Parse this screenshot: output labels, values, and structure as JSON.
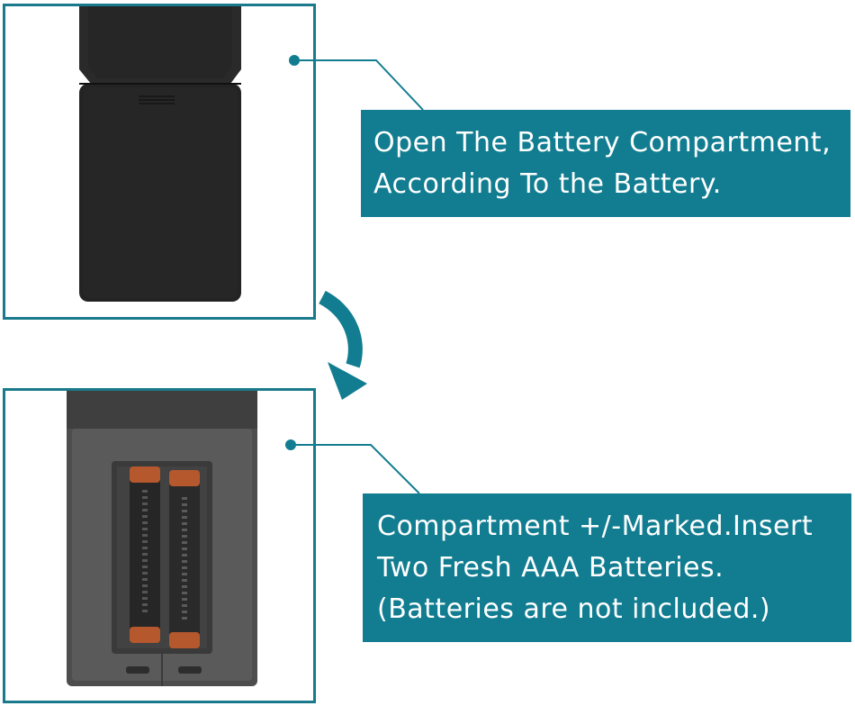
{
  "steps": [
    {
      "lines": [
        "Open The Battery Compartment,",
        "According To the Battery."
      ]
    },
    {
      "lines": [
        "Compartment +/-Marked.Insert",
        "Two Fresh AAA Batteries.",
        "(Batteries are not included.)"
      ]
    }
  ],
  "colors": {
    "accent": "#127d91",
    "frame": "#1a7a8c",
    "remote_body": "#222222",
    "compartment": "#5b5b5b",
    "battery_terminal": "#b5582e"
  },
  "icons": [
    "curved-arrow-down-icon"
  ]
}
